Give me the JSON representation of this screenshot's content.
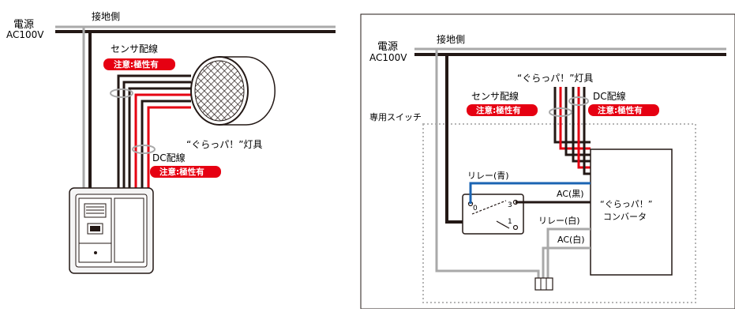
{
  "colors": {
    "black": "#231815",
    "gray": "#a9a9a9",
    "red": "#e60012",
    "blue": "#1b64b3",
    "dotted": "#b5b5b5",
    "label_bg": "#e60012",
    "label_text": "#ffffff"
  },
  "left_panel": {
    "power_title": "電源",
    "power_voltage": "AC100V",
    "ground_side": "接地側",
    "sensor_wiring": "センサ配線",
    "sensor_warning": "注意:極性有",
    "dc_wiring": "DC配線",
    "dc_warning": "注意:極性有",
    "fixture_name": "“ぐらっパ！”灯具"
  },
  "right_panel": {
    "power_title": "電源",
    "power_voltage": "AC100V",
    "ground_side": "接地側",
    "fixture_name": "“ぐらっパ！”灯具",
    "sensor_wiring": "センサ配線",
    "sensor_warning": "注意:極性有",
    "dc_wiring": "DC配線",
    "dc_warning": "注意:極性有",
    "dedicated_switch": "専用スイッチ",
    "relay_blue": "リレー(青)",
    "ac_black": "AC(黒)",
    "relay_white": "リレー(白)",
    "ac_white": "AC(白)",
    "converter_line1": "“ぐらっパ！”",
    "converter_line2": "コンバータ",
    "terminal_0": "0",
    "terminal_3": "3",
    "terminal_1": "1"
  }
}
